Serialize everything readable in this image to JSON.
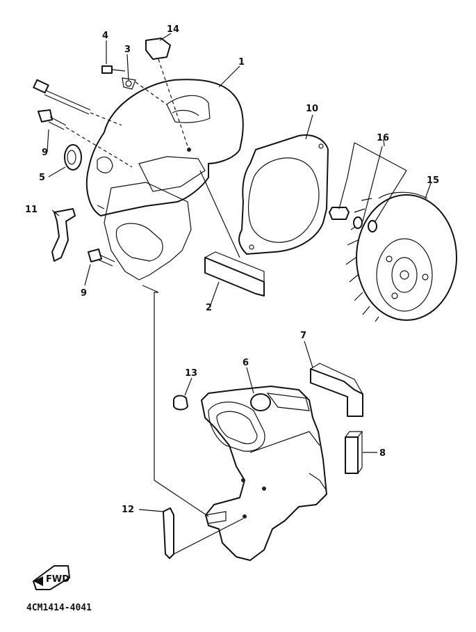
{
  "callouts": {
    "c1": "1",
    "c2": "2",
    "c3": "3",
    "c4": "4",
    "c5": "5",
    "c6": "6",
    "c7": "7",
    "c8": "8",
    "c9a": "9",
    "c9b": "9",
    "c10": "10",
    "c11": "11",
    "c12": "12",
    "c13": "13",
    "c14": "14",
    "c15": "15",
    "c16": "16"
  },
  "front_marker": "FWD",
  "diagram_code": "4CM1414-4041"
}
